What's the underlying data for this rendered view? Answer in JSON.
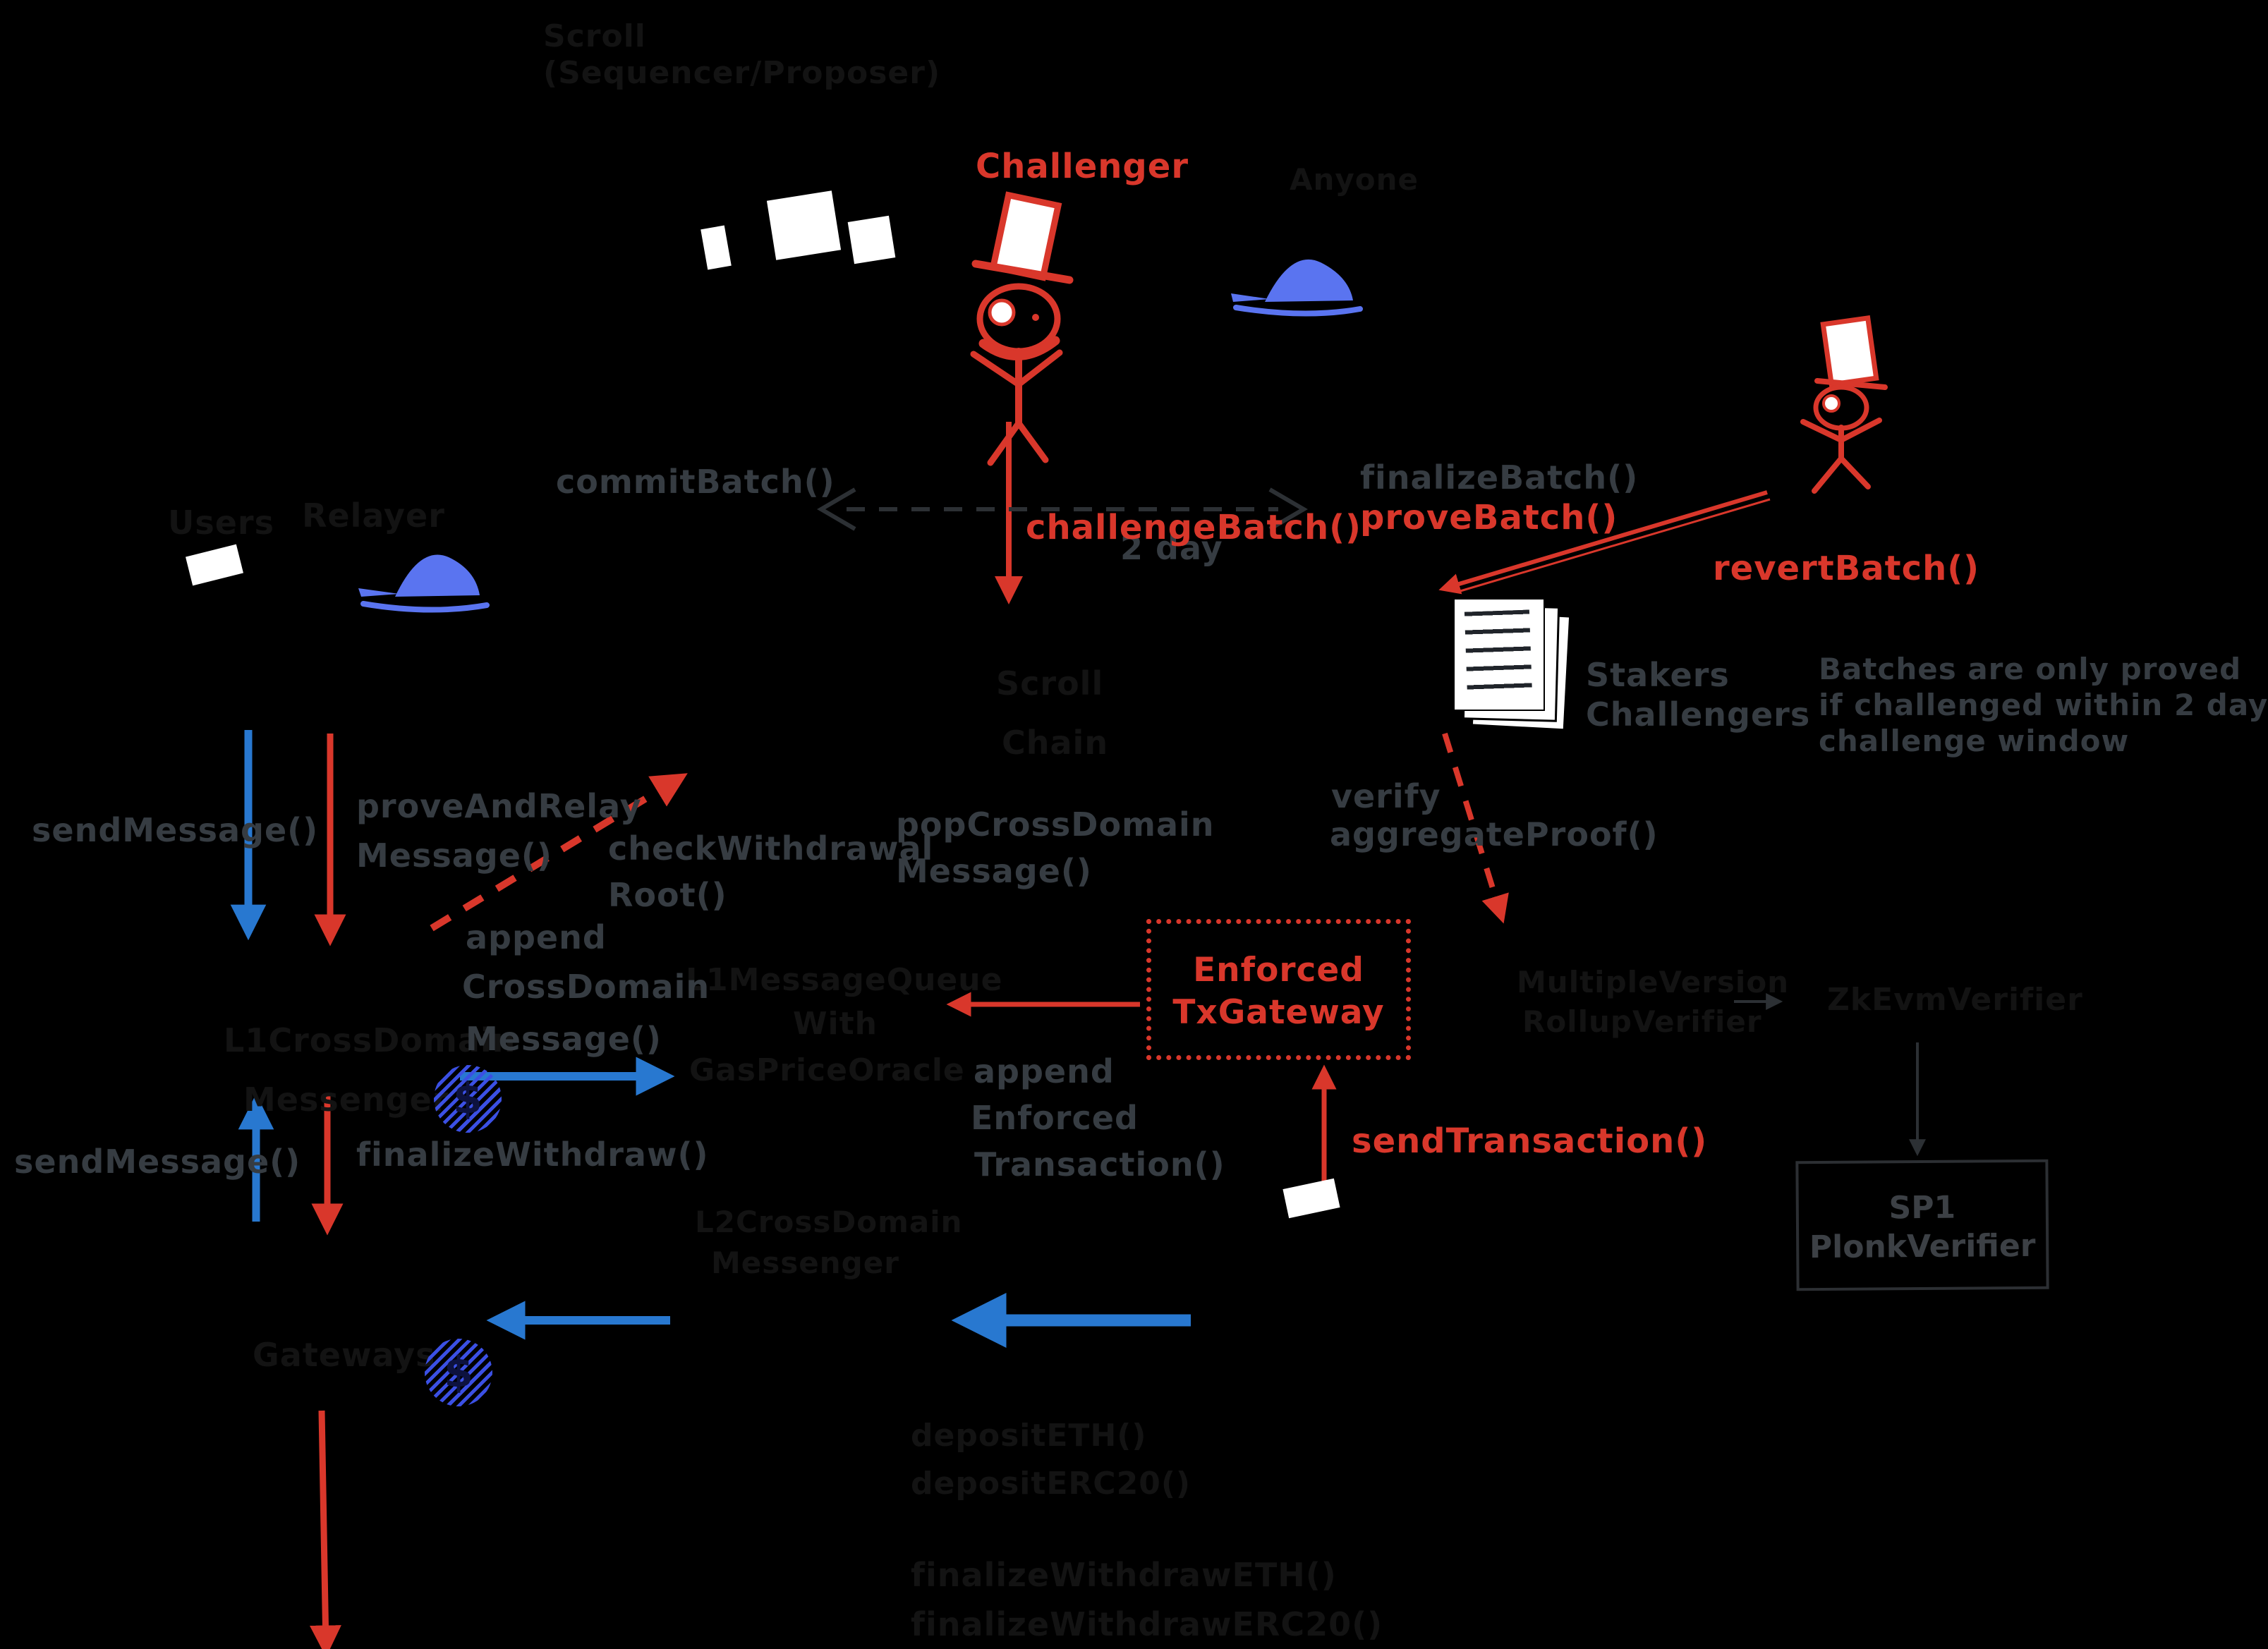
{
  "colors": {
    "background": "#000000",
    "red": "#d9372b",
    "blue_arrow": "#2878d0",
    "blue_icon": "#5a74f0",
    "gray_text": "#363c42",
    "faint_text": "#131313"
  },
  "title": {
    "line1": "Scroll",
    "line2": "(Sequencer/Proposer)"
  },
  "actors": {
    "challenger": "Challenger",
    "anyone": "Anyone",
    "users": "Users",
    "relayer": "Relayer",
    "stakers_line1": "Stakers",
    "stakers_line2": "Challengers"
  },
  "note": {
    "line1": "Batches are only proved",
    "line2": "if challenged within 2 day",
    "line3": "challenge window"
  },
  "contracts": {
    "scrollchain_line1": "Scroll",
    "scrollchain_line2": "Chain",
    "l1xdm_line1": "L1CrossDomain",
    "l1xdm_line2": "Messenger",
    "msgq_line1": "L1MessageQueue",
    "msgq_line2": "With",
    "msgq_line3": "GasPriceOracle",
    "enforced_line1": "Enforced",
    "enforced_line2": "TxGateway",
    "mvrv_line1": "MultipleVersion",
    "mvrv_line2": "RollupVerifier",
    "zkevm": "ZkEvmVerifier",
    "sp1_line1": "SP1",
    "sp1_line2": "PlonkVerifier",
    "gateways": "Gateways",
    "l2xdm_line1": "L2CrossDomain",
    "l2xdm_line2": "Messenger"
  },
  "calls": {
    "commit_batch": "commitBatch()",
    "challenge_batch": "challengeBatch()",
    "two_day": "2 day",
    "finalize_batch": "finalizeBatch()",
    "prove_batch": "proveBatch()",
    "revert_batch": "revertBatch()",
    "verify_line1": "verify",
    "verify_line2": "aggregateProof()",
    "send_message_top": "sendMessage()",
    "prove_relay_line1": "proveAndRelay",
    "prove_relay_line2": "Message()",
    "check_withdrawal_line1": "checkWithdrawal",
    "check_withdrawal_line2": "Root()",
    "pop_cross_line1": "popCrossDomain",
    "pop_cross_line2": "Message()",
    "append_cdm_line1": "append",
    "append_cdm_line2": "CrossDomain",
    "append_cdm_line3": "Message()",
    "append_enf_line1": "append",
    "append_enf_line2": "Enforced",
    "append_enf_line3": "Transaction()",
    "send_transaction": "sendTransaction()",
    "send_message_bottom": "sendMessage()",
    "finalize_withdraw": "finalizeWithdraw()",
    "deposit_eth": "depositETH()",
    "deposit_erc20": "depositERC20()",
    "finalize_withdraw_eth": "finalizeWithdrawETH()",
    "finalize_withdraw_erc20": "finalizeWithdrawERC20()"
  },
  "icons": {
    "dollar": "$"
  }
}
